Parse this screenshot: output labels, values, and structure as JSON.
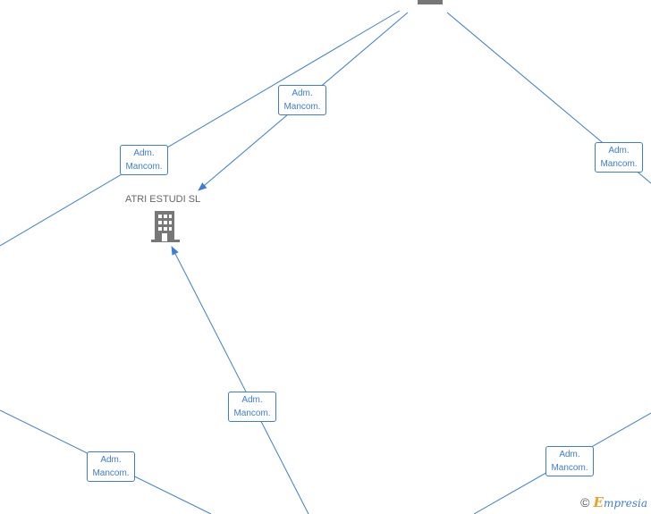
{
  "company": {
    "name": "ATRI ESTUDI  SL"
  },
  "edge_roles": [
    {
      "line1": "Adm.",
      "line2": "Mancom."
    },
    {
      "line1": "Adm.",
      "line2": "Mancom."
    },
    {
      "line1": "Adm.",
      "line2": "Mancom."
    },
    {
      "line1": "Adm.",
      "line2": "Mancom."
    },
    {
      "line1": "Adm.",
      "line2": "Mancom."
    },
    {
      "line1": "Adm.",
      "line2": "Mancom."
    }
  ],
  "footer": {
    "copyright": "©",
    "brand_initial": "E",
    "brand_rest": "mpresia"
  },
  "colors": {
    "edge": "#3b7dd8",
    "node": "#777777"
  }
}
